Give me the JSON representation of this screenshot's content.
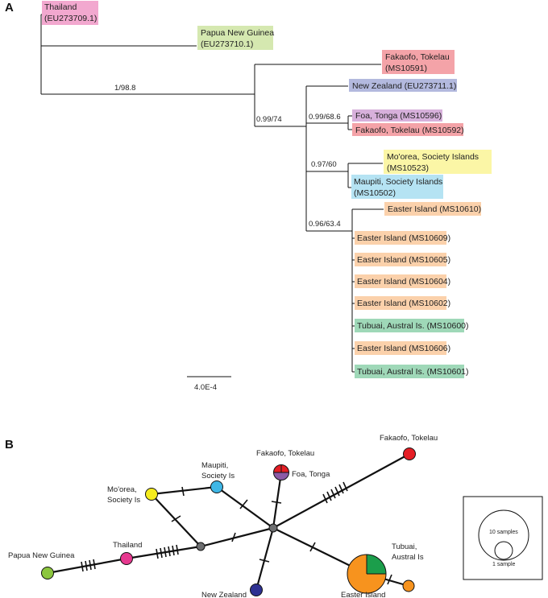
{
  "panels": {
    "a": "A",
    "b": "B"
  },
  "tree": {
    "scale_label": "4.0E-4",
    "supports": {
      "root": "1/98.8",
      "pacific": "0.99/74",
      "tonga": "0.99/68.6",
      "society": "0.97/60",
      "easter": "0.96/63.4"
    },
    "taxa": [
      {
        "id": "thailand",
        "line1": "Thailand",
        "line2": "(EU273709.1)",
        "color": "#f2a8cf"
      },
      {
        "id": "png",
        "line1": "Papua New Guinea",
        "line2": "(EU273710.1)",
        "color": "#d5e8b0"
      },
      {
        "id": "fakaofo1",
        "line1": "Fakaofo, Tokelau",
        "line2": "(MS10591)",
        "color": "#f4a3a8"
      },
      {
        "id": "nz",
        "line1": "New Zealand (EU273711.1)",
        "line2": "",
        "color": "#b3b9de"
      },
      {
        "id": "foa",
        "line1": "Foa, Tonga (MS10596)",
        "line2": "",
        "color": "#d7b0db"
      },
      {
        "id": "fakaofo2",
        "line1": "Fakaofo, Tokelau (MS10592)",
        "line2": "",
        "color": "#f4a3a8"
      },
      {
        "id": "moorea",
        "line1": "Mo'orea, Society Islands",
        "line2": "(MS10523)",
        "color": "#fbf6a6"
      },
      {
        "id": "maupiti",
        "line1": "Maupiti, Society Islands",
        "line2": "(MS10502)",
        "color": "#b5e3f3"
      },
      {
        "id": "easter0",
        "line1": "Easter Island (MS10610)",
        "line2": "",
        "color": "#fbd1ab"
      },
      {
        "id": "easter1",
        "line1": "Easter Island (MS10609)",
        "line2": "",
        "color": "#fbd1ab"
      },
      {
        "id": "easter2",
        "line1": "Easter Island (MS10605)",
        "line2": "",
        "color": "#fbd1ab"
      },
      {
        "id": "easter3",
        "line1": "Easter Island (MS10604)",
        "line2": "",
        "color": "#fbd1ab"
      },
      {
        "id": "easter4",
        "line1": "Easter Island (MS10602)",
        "line2": "",
        "color": "#fbd1ab"
      },
      {
        "id": "tubuai1",
        "line1": "Tubuai, Austral Is. (MS10600)",
        "line2": "",
        "color": "#9fd8b8"
      },
      {
        "id": "easter5",
        "line1": "Easter Island (MS10606)",
        "line2": "",
        "color": "#fbd1ab"
      },
      {
        "id": "tubuai2",
        "line1": "Tubuai, Austral Is. (MS10601)",
        "line2": "",
        "color": "#9fd8b8"
      }
    ]
  },
  "network": {
    "nodes": {
      "png": {
        "label": "Papua New Guinea",
        "color": "#8cc63f"
      },
      "thailand": {
        "label": "Thailand",
        "color": "#e6388f"
      },
      "moorea": {
        "label1": "Mo'orea,",
        "label2": "Society Is",
        "color": "#f5ec1e"
      },
      "maupiti": {
        "label1": "Maupiti,",
        "label2": "Society Is",
        "color": "#3fb7e6"
      },
      "fakaofo_top": {
        "label": "Fakaofo, Tokelau",
        "color_top": "#e51e25",
        "color_bottom": "#8b5aa6"
      },
      "foa": {
        "label": "Foa, Tonga"
      },
      "fakaofo_right": {
        "label": "Fakaofo, Tokelau",
        "color": "#e51e25"
      },
      "nz": {
        "label": "New Zealand",
        "color": "#2e3192"
      },
      "easter": {
        "label": "Easter Island",
        "color": "#f7931e"
      },
      "tubuai": {
        "label1": "Tubuai,",
        "label2": "Austral Is",
        "color": "#1b9e4b"
      },
      "median": {
        "color": "#6d6e70"
      }
    },
    "legend": {
      "large": "10 samples",
      "small": "1 sample"
    }
  }
}
